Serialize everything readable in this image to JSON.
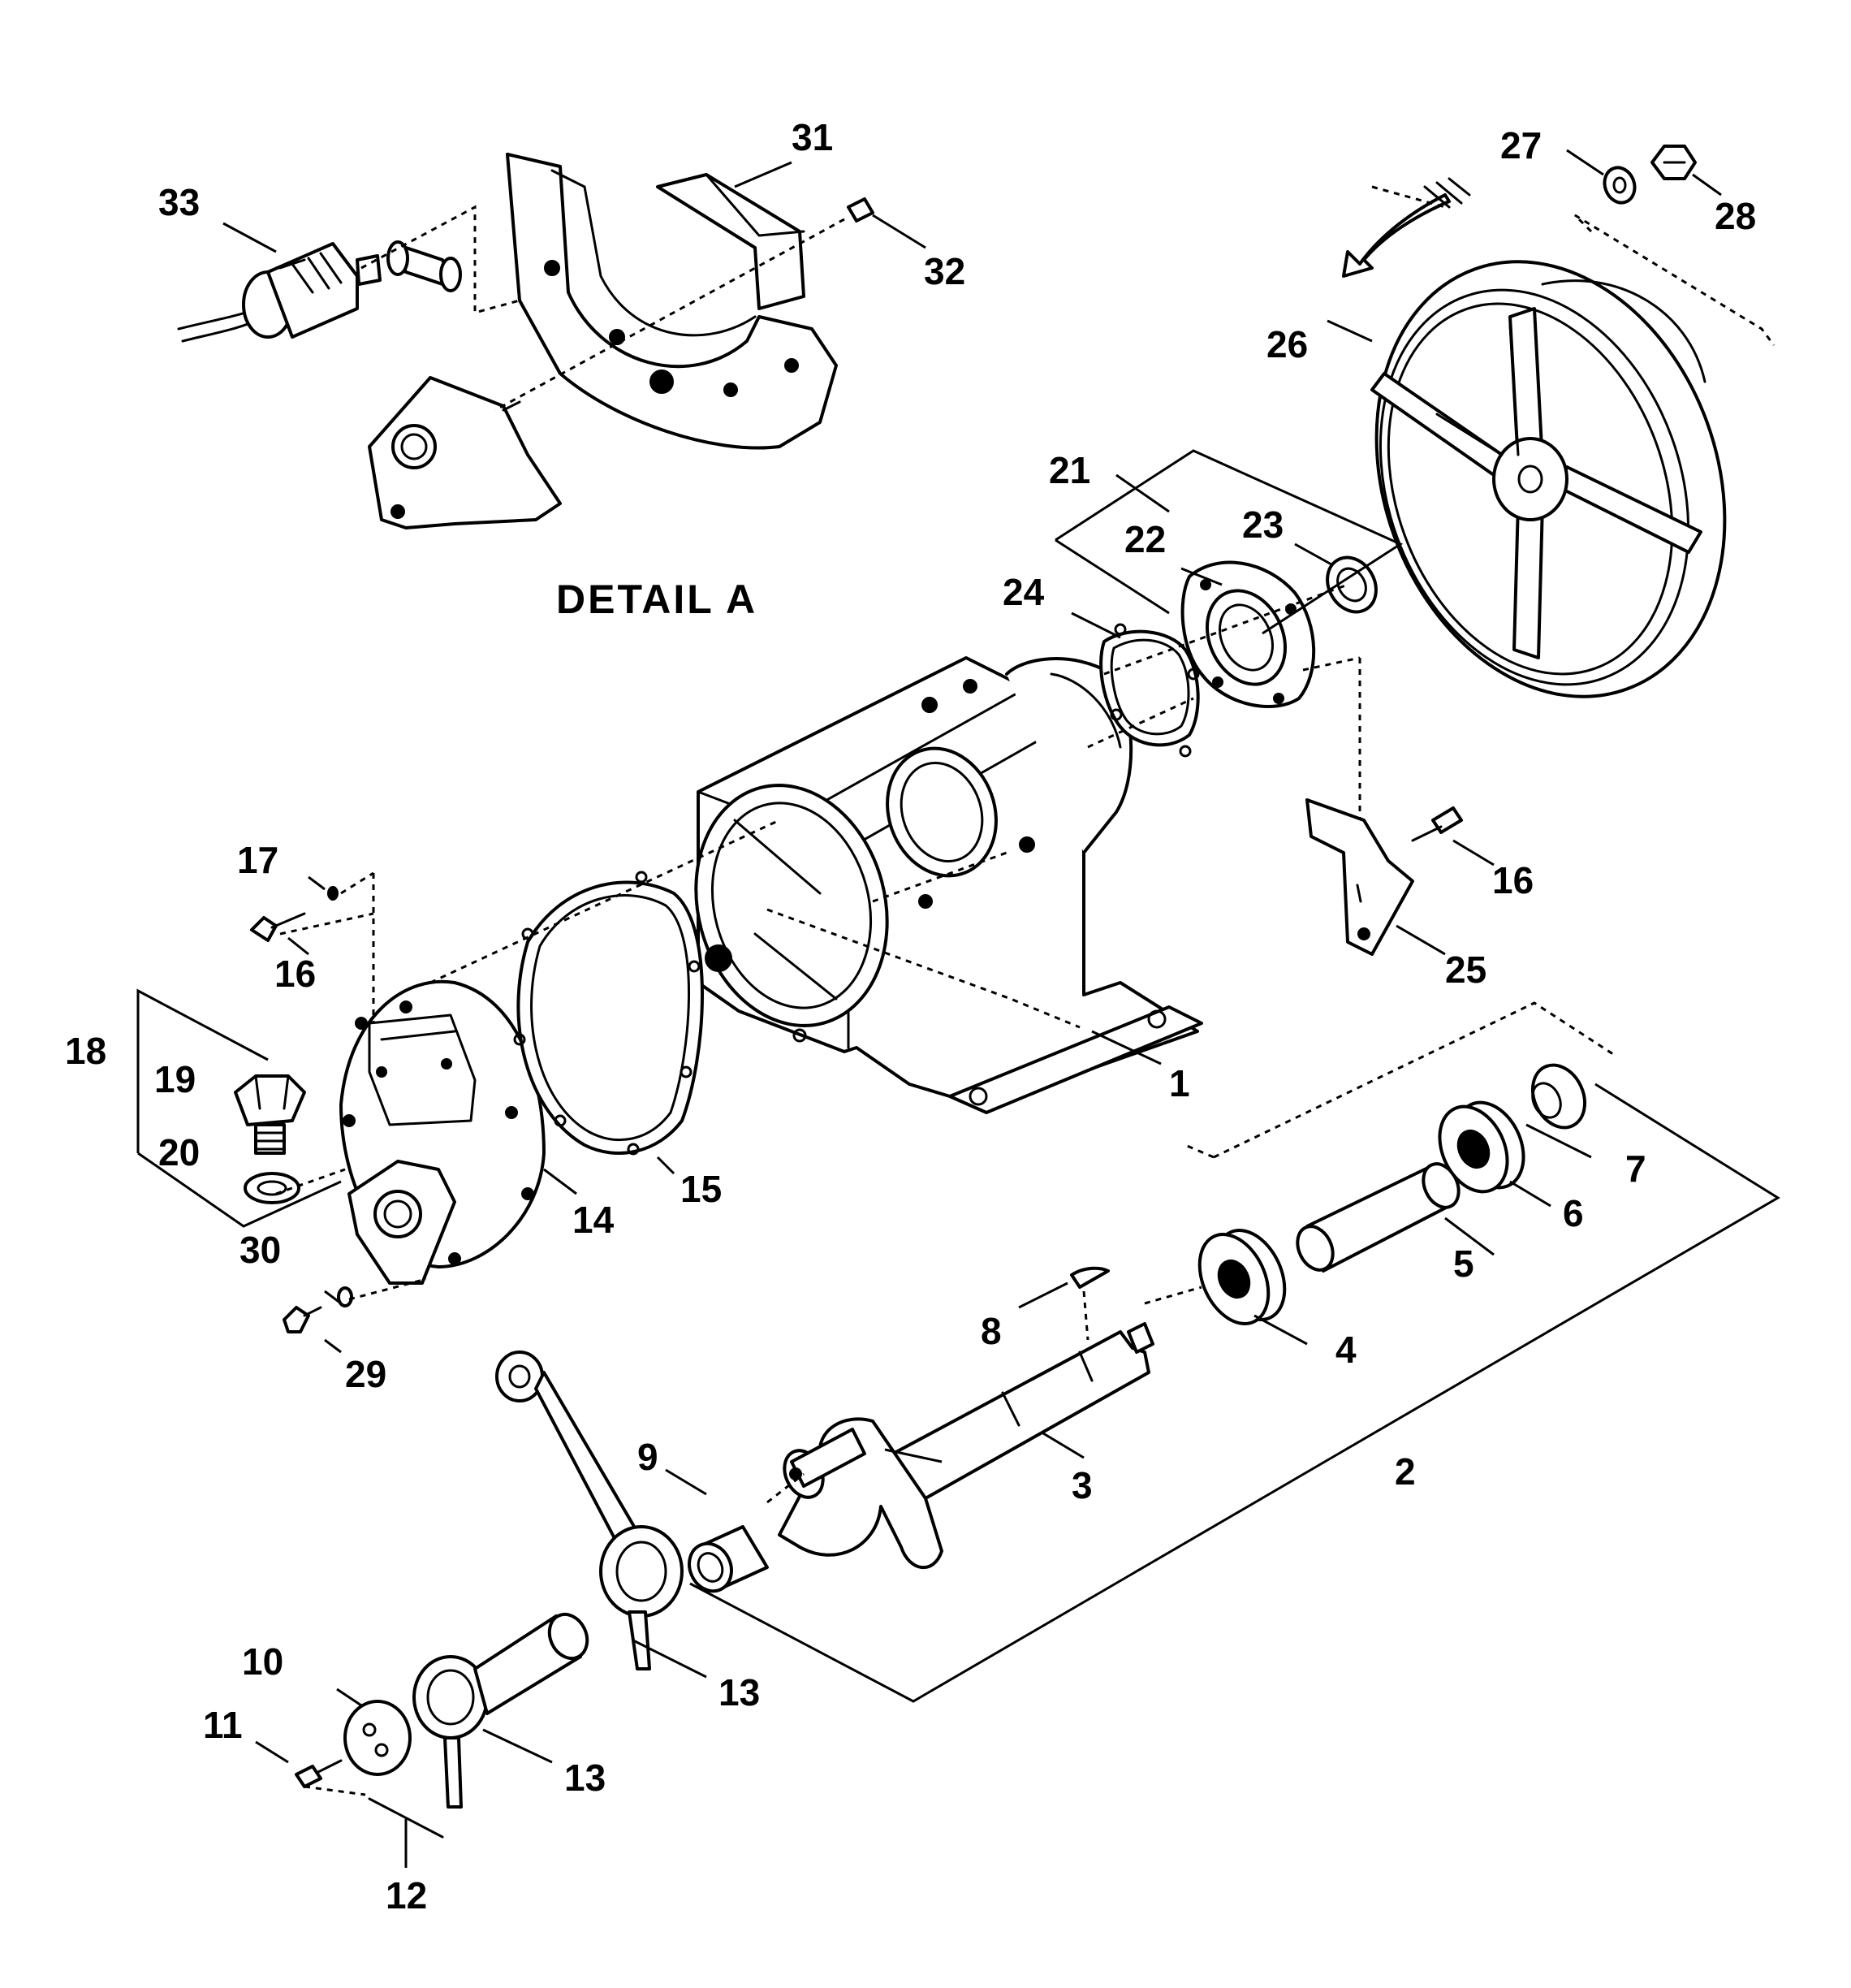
{
  "diagram": {
    "detail_title": "DETAIL   A",
    "callouts": {
      "p1": "1",
      "p2": "2",
      "p3": "3",
      "p4": "4",
      "p5": "5",
      "p6": "6",
      "p7": "7",
      "p8": "8",
      "p9": "9",
      "p10": "10",
      "p11": "11",
      "p12": "12",
      "p13a": "13",
      "p13b": "13",
      "p14": "14",
      "p15": "15",
      "p16a": "16",
      "p16b": "16",
      "p17": "17",
      "p18": "18",
      "p19": "19",
      "p20": "20",
      "p21": "21",
      "p22": "22",
      "p23": "23",
      "p24": "24",
      "p25": "25",
      "p26": "26",
      "p27": "27",
      "p28": "28",
      "p29": "29",
      "p30": "30",
      "p31": "31",
      "p32": "32",
      "p33": "33"
    }
  }
}
